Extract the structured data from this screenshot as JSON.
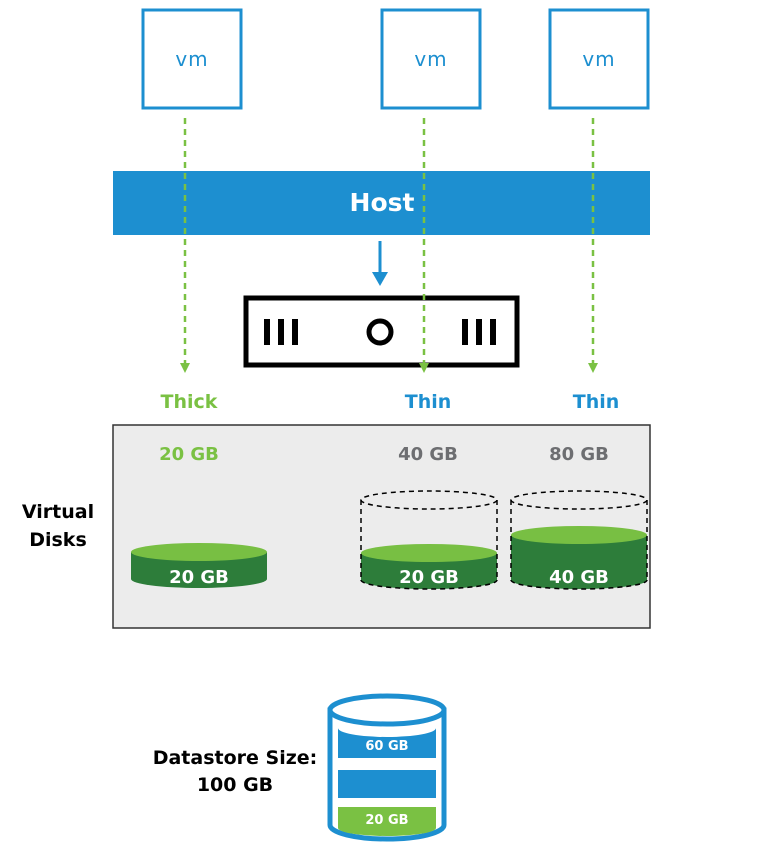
{
  "vms": [
    {
      "label": "vm"
    },
    {
      "label": "vm"
    },
    {
      "label": "vm"
    }
  ],
  "host": {
    "label": "Host"
  },
  "provisioning": [
    {
      "type": "Thick",
      "allocated": "20 GB",
      "used": "20 GB"
    },
    {
      "type": "Thin",
      "allocated": "40 GB",
      "used": "20 GB"
    },
    {
      "type": "Thin",
      "allocated": "80 GB",
      "used": "40 GB"
    }
  ],
  "virtual_disks_label": {
    "line1": "Virtual",
    "line2": "Disks"
  },
  "datastore": {
    "label_line1": "Datastore Size:",
    "label_line2": "100 GB",
    "free_label": "60 GB",
    "thick_label": "20 GB"
  },
  "colors": {
    "blue": "#1d8fd0",
    "green": "#7ac143",
    "dark_green": "#2d7d3a",
    "disk_top": "#78bf43",
    "gray_text": "#6d6e71",
    "panel": "#ececec"
  }
}
